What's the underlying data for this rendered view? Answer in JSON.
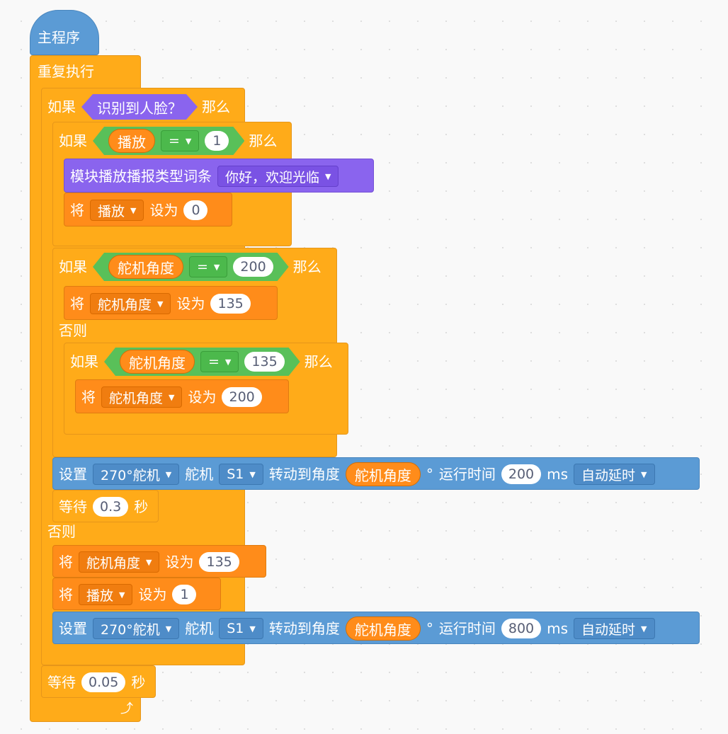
{
  "script": {
    "main_hat": "主程序",
    "forever": "重复执行",
    "if_label": "如果",
    "then_label": "那么",
    "else_label": "否则",
    "set_label": "将",
    "to_label": "设为",
    "wait_label": "等待",
    "seconds_label": "秒",
    "equals_op": "=",
    "face_sensor": "识别到人脸？",
    "play_tts": {
      "label": "模块播放播报类型词条",
      "phrase": "你好，欢迎光临"
    },
    "vars": {
      "play": "播放",
      "servo_angle": "舵机角度"
    },
    "values": {
      "one": "1",
      "zero": "0",
      "v200": "200",
      "v135": "135",
      "v800": "800",
      "wait1": "0.3",
      "wait2": "0.05"
    },
    "servo_block": {
      "set": "设置",
      "type": "270°舵机",
      "servo": "舵机",
      "port": "S1",
      "rotate": "转动到角度",
      "degree": "°",
      "run_time": "运行时间",
      "ms": "ms",
      "mode": "自动延时"
    },
    "loop_arrow": "⤴"
  }
}
